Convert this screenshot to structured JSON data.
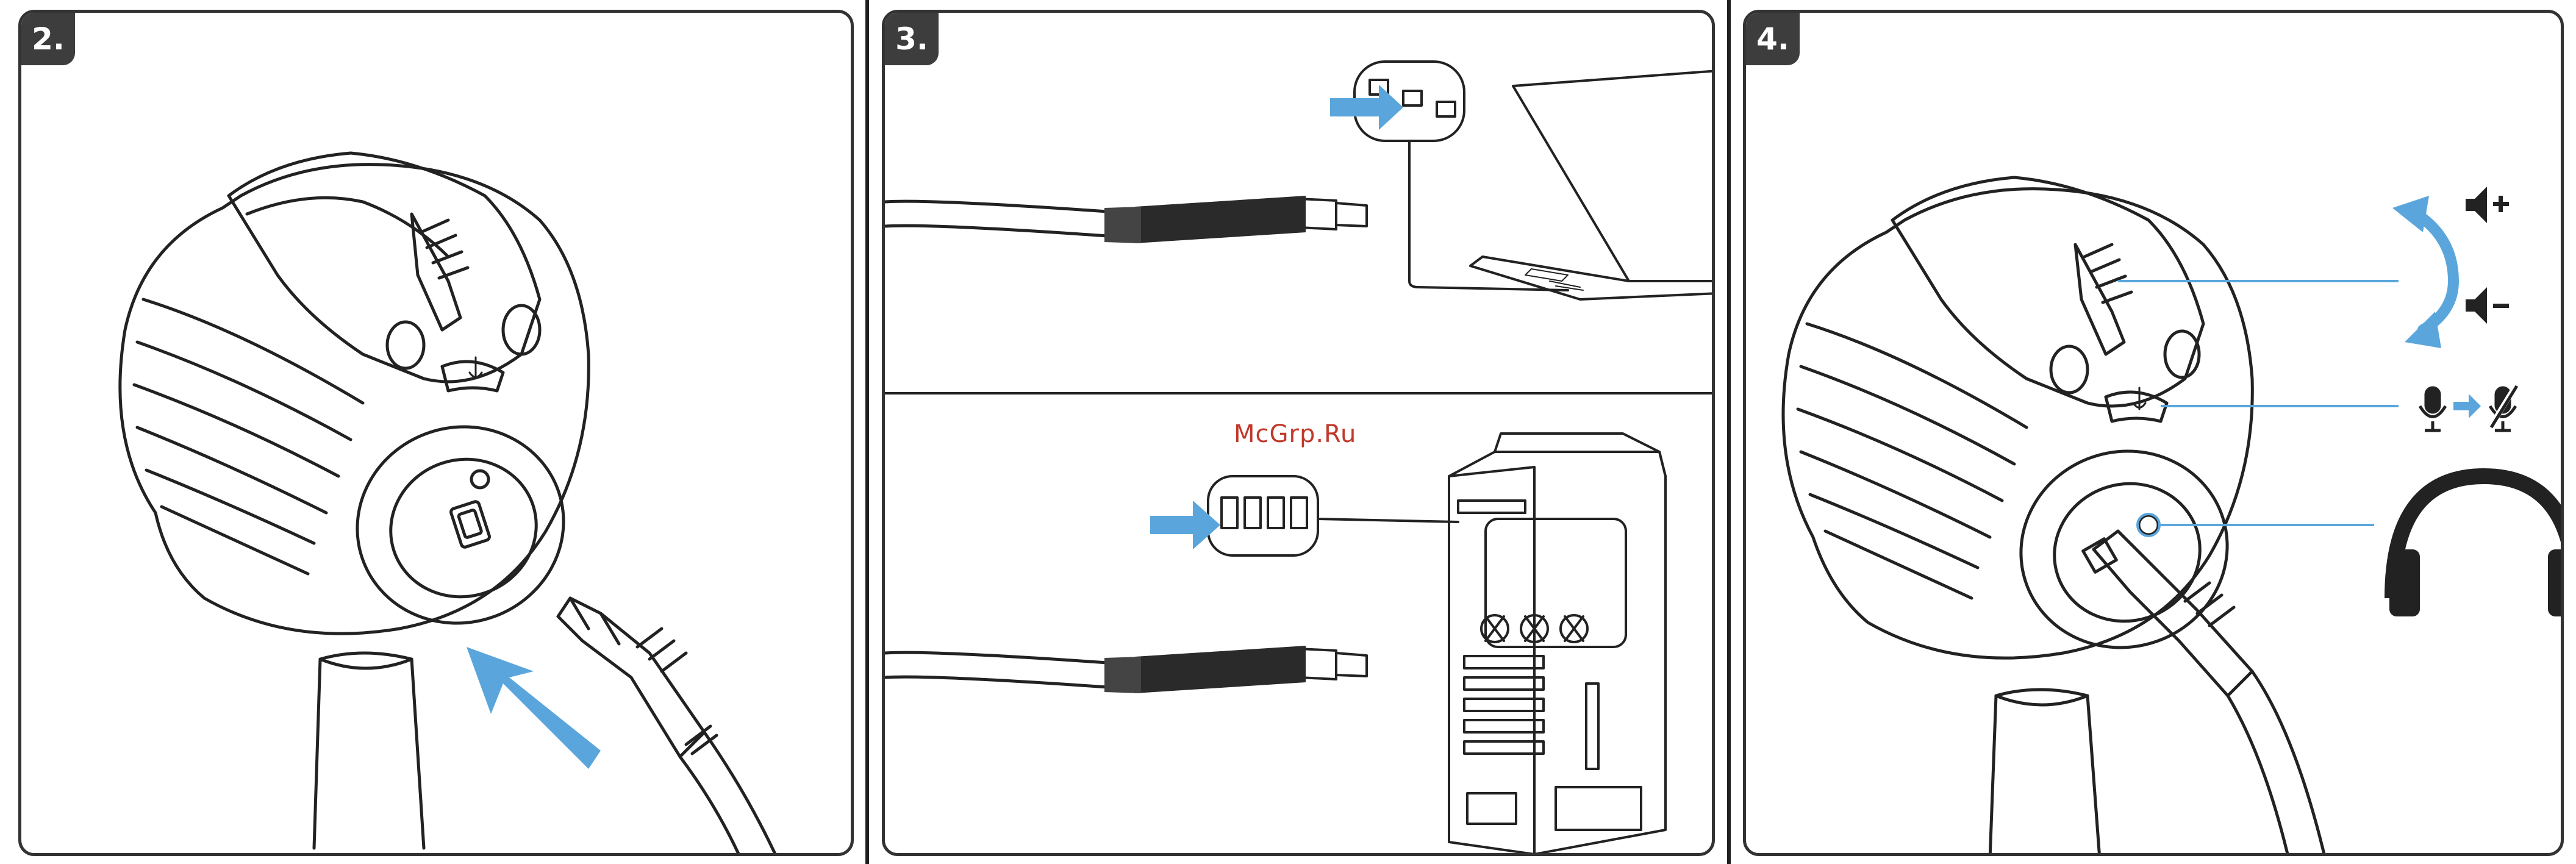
{
  "steps": [
    {
      "label": "2."
    },
    {
      "label": "3."
    },
    {
      "label": "4."
    }
  ],
  "watermark": "McGrp.Ru",
  "icons": {
    "panel2": [
      "microphone-body-icon",
      "usb-c-cable-icon",
      "insert-arrow-icon",
      "mute-button-icon"
    ],
    "panel3": [
      "laptop-icon",
      "usb-a-cable-icon",
      "desktop-tower-icon",
      "insert-arrow-icon"
    ],
    "panel4": [
      "volume-up-icon",
      "volume-down-icon",
      "rotate-arrows-icon",
      "mic-icon",
      "mic-muted-icon",
      "headphones-icon"
    ]
  },
  "colors": {
    "arrow": "#5aa6dc",
    "line": "#222222",
    "badge": "#3d3d3d"
  }
}
